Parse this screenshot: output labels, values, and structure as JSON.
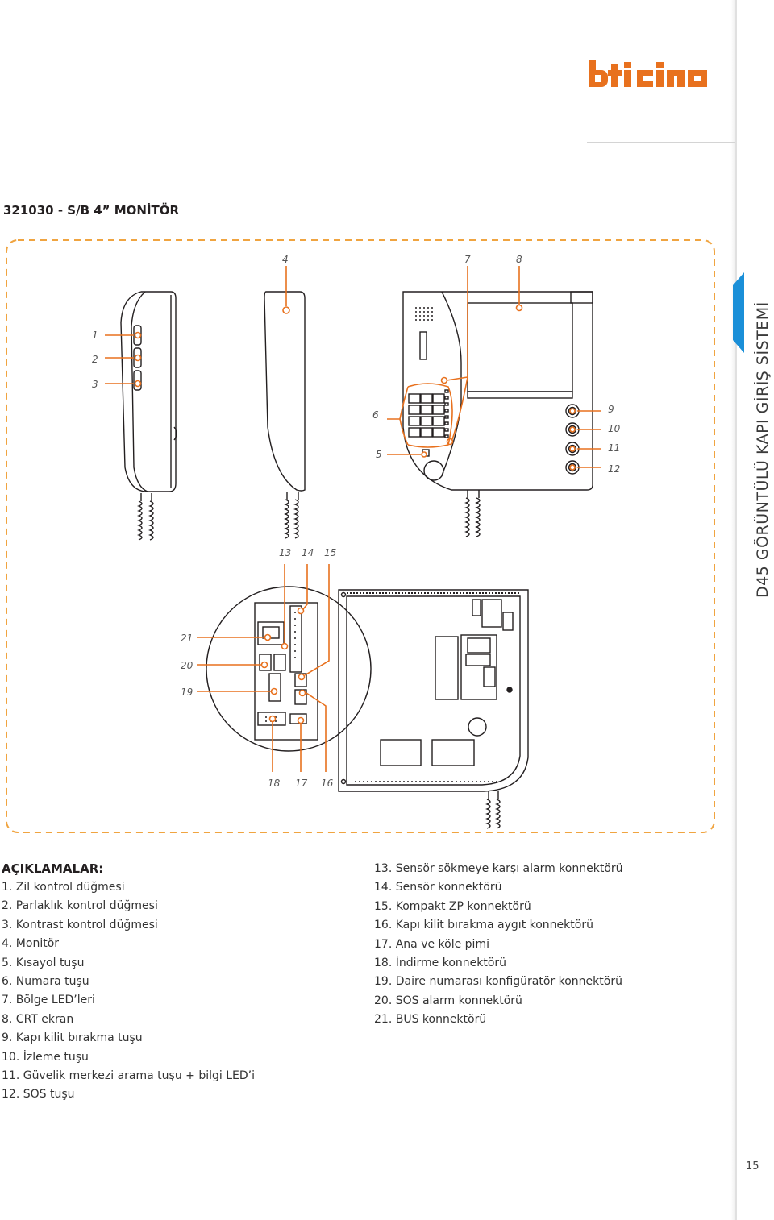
{
  "brand": {
    "logo_text": "bticino"
  },
  "sidebar": {
    "title": "D45 GÖRÜNTÜLÜ KAPI GİRİŞ SİSTEMİ",
    "page_number": "15"
  },
  "document": {
    "title": "321030 - S/B 4” MONİTÖR"
  },
  "colors": {
    "accent": "#e8711e",
    "border_dash": "#f0a440",
    "tab_blue": "#1a8fd8"
  },
  "diagram": {
    "callouts": [
      "1",
      "2",
      "3",
      "4",
      "5",
      "6",
      "7",
      "8",
      "9",
      "10",
      "11",
      "12",
      "13",
      "14",
      "15",
      "16",
      "17",
      "18",
      "19",
      "20",
      "21"
    ]
  },
  "legend": {
    "heading": "AÇIKLAMALAR:",
    "left": [
      "1.  Zil kontrol düğmesi",
      "2.  Parlaklık kontrol düğmesi",
      "3.  Kontrast kontrol düğmesi",
      "4.  Monitör",
      "5.  Kısayol tuşu",
      "6.  Numara tuşu",
      "7.  Bölge LED’leri",
      "8.  CRT ekran",
      "9.  Kapı kilit bırakma tuşu",
      "10. İzleme tuşu",
      "11. Güvelik merkezi arama tuşu + bilgi LED’i",
      "12. SOS tuşu"
    ],
    "right": [
      "13. Sensör sökmeye karşı alarm konnektörü",
      "14. Sensör konnektörü",
      "15. Kompakt ZP konnektörü",
      "16. Kapı kilit bırakma aygıt konnektörü",
      "17. Ana ve köle pimi",
      "18. İndirme konnektörü",
      "19. Daire numarası konfigüratör konnektörü",
      "20. SOS alarm konnektörü",
      "21. BUS konnektörü"
    ]
  }
}
